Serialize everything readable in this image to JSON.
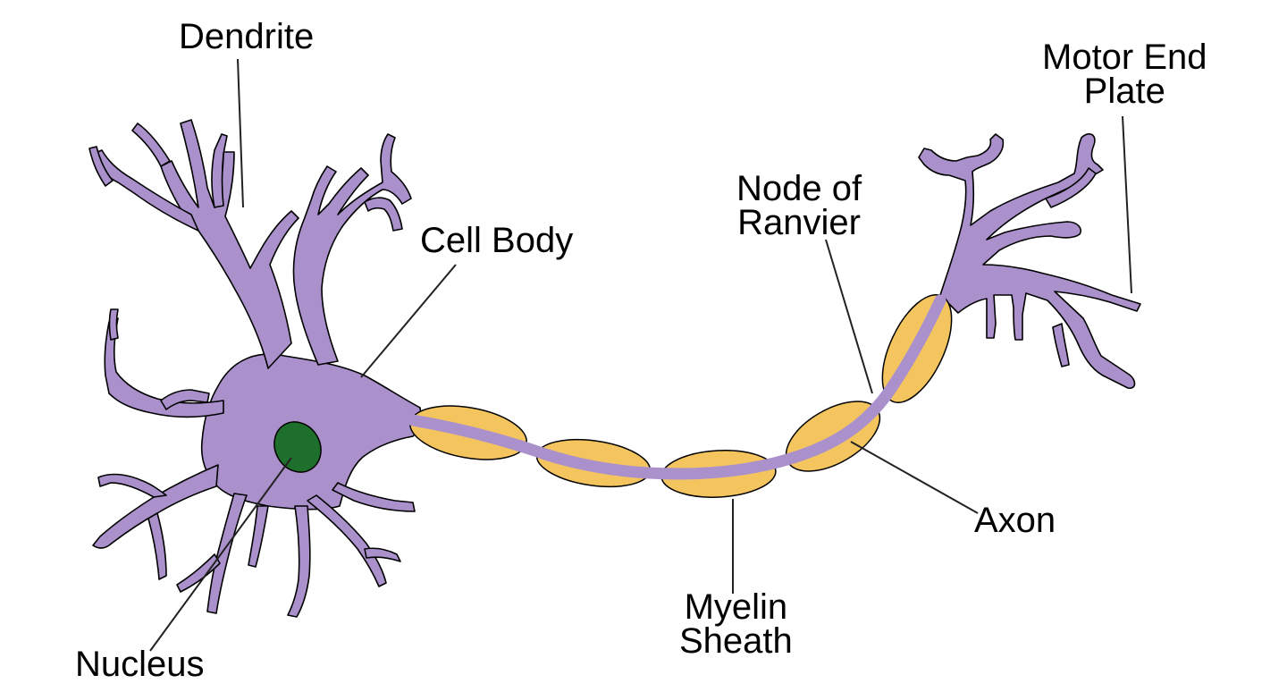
{
  "colors": {
    "cell": "#ab91cc",
    "myelin": "#f4c55e",
    "axon_core": "#ab91cc",
    "nucleus": "#1e6e2c",
    "outline": "#000000",
    "background": "#ffffff"
  },
  "labels": {
    "dendrite": "Dendrite",
    "motor_end_plate_line1": "Motor End",
    "motor_end_plate_line2": "Plate",
    "node_of_ranvier_line1": "Node of",
    "node_of_ranvier_line2": "Ranvier",
    "cell_body": "Cell Body",
    "axon": "Axon",
    "myelin_sheath_line1": "Myelin",
    "myelin_sheath_line2": "Sheath",
    "nucleus": "Nucleus"
  }
}
